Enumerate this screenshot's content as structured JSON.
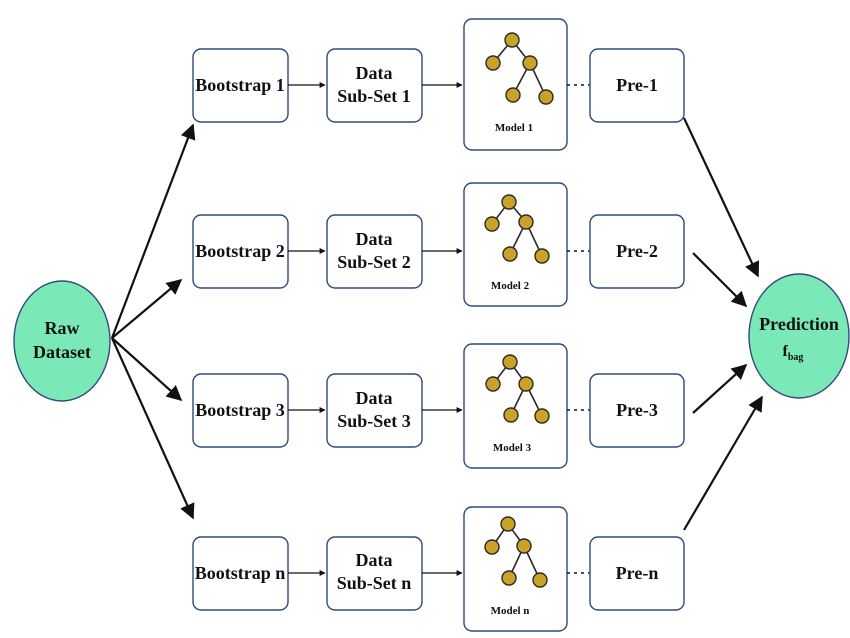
{
  "raw": {
    "line1": "Raw",
    "line2": "Dataset"
  },
  "prediction": {
    "line1": "Prediction",
    "line2": "f",
    "sub": "bag"
  },
  "rows": [
    {
      "bootstrap": "Bootstrap 1",
      "subset1": "Data",
      "subset2": "Sub-Set 1",
      "model": "Model 1",
      "pre": "Pre-1"
    },
    {
      "bootstrap": "Bootstrap 2",
      "subset1": "Data",
      "subset2": "Sub-Set 2",
      "model": "Model 2",
      "pre": "Pre-2"
    },
    {
      "bootstrap": "Bootstrap 3",
      "subset1": "Data",
      "subset2": "Sub-Set 3",
      "model": "Model 3",
      "pre": "Pre-3"
    },
    {
      "bootstrap": "Bootstrap n",
      "subset1": "Data",
      "subset2": "Sub-Set n",
      "model": "Model n",
      "pre": "Pre-n"
    }
  ],
  "colors": {
    "ellipse": "#7be8b8",
    "tree_node": "#c9a227",
    "border": "#2f4a7d"
  }
}
